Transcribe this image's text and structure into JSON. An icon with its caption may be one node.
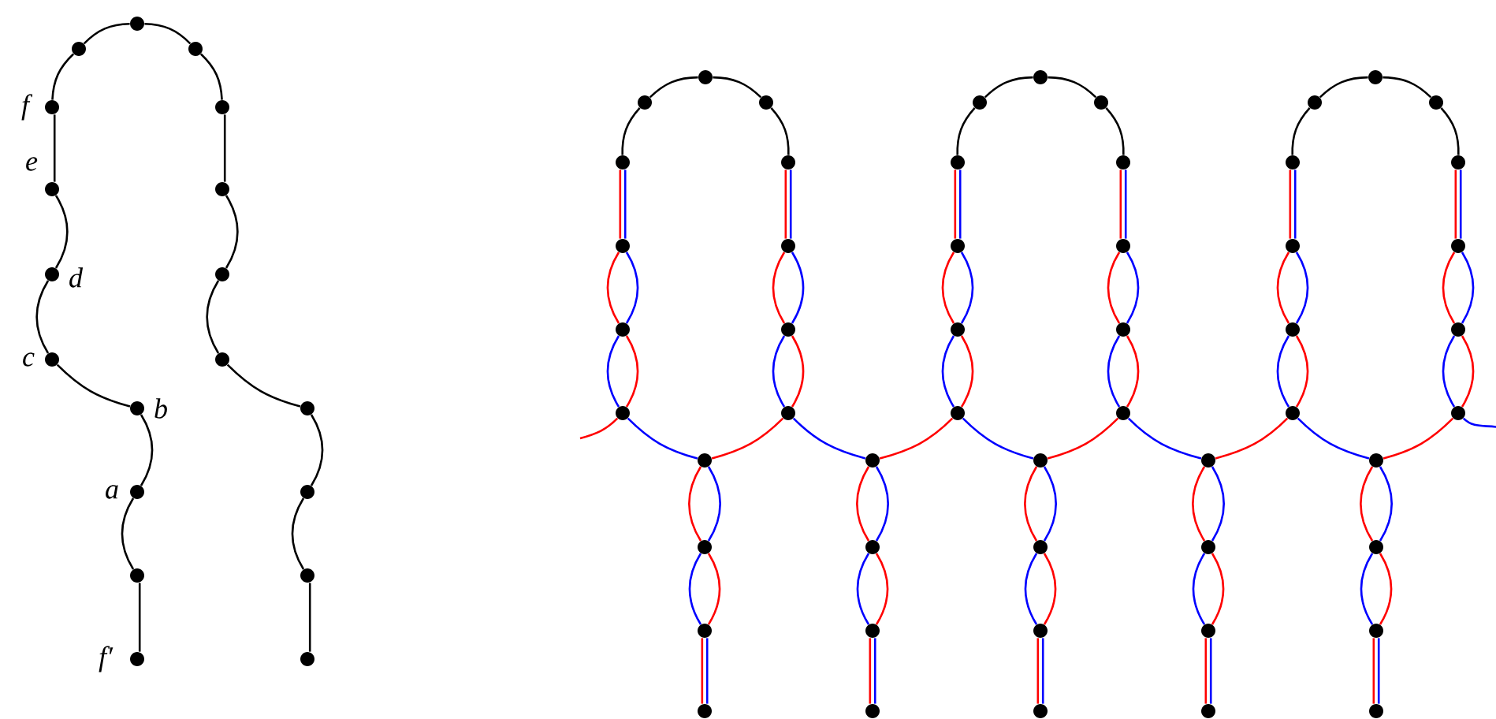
{
  "diagram": {
    "nodes": [
      {
        "text": [],
        "shape": "circle"
      },
      {
        "text": [],
        "shape": "circle"
      },
      {
        "text": [],
        "shape": "circle"
      },
      {
        "text": [],
        "shape": "circle",
        "beside": [
          "f"
        ]
      },
      {
        "text": [],
        "shape": "circle",
        "beside": [
          "e"
        ]
      },
      {
        "text": [],
        "shape": "circle",
        "beside": [
          "d"
        ]
      },
      {
        "text": [],
        "shape": "circle",
        "beside": [
          "c"
        ]
      },
      {
        "text": [],
        "shape": "circle",
        "beside": [
          "b"
        ]
      },
      {
        "text": [],
        "shape": "circle",
        "beside": [
          "a"
        ]
      },
      {
        "text": [],
        "shape": "circle"
      },
      {
        "text": [],
        "shape": "circle",
        "beside": [
          "f′"
        ]
      },
      {
        "text": [],
        "shape": "circle"
      },
      {
        "text": [],
        "shape": "circle"
      },
      {
        "text": [],
        "shape": "circle"
      },
      {
        "text": [],
        "shape": "circle"
      },
      {
        "text": [],
        "shape": "circle"
      },
      {
        "text": [],
        "shape": "circle"
      },
      {
        "text": [],
        "shape": "circle"
      },
      {
        "text": [],
        "shape": "circle"
      },
      {
        "text": [],
        "shape": "circle"
      },
      {
        "text": [],
        "shape": "circle"
      },
      {
        "text": [],
        "shape": "circle"
      },
      {
        "text": [],
        "shape": "circle"
      },
      {
        "text": [],
        "shape": "circle"
      },
      {
        "text": [],
        "shape": "circle"
      },
      {
        "text": [],
        "shape": "circle"
      },
      {
        "text": [],
        "shape": "circle"
      },
      {
        "text": [],
        "shape": "circle"
      },
      {
        "text": [],
        "shape": "circle"
      },
      {
        "text": [],
        "shape": "circle"
      },
      {
        "text": [],
        "shape": "circle"
      },
      {
        "text": [],
        "shape": "circle"
      },
      {
        "text": [],
        "shape": "circle"
      },
      {
        "text": [],
        "shape": "circle"
      },
      {
        "text": [],
        "shape": "circle"
      },
      {
        "text": [],
        "shape": "circle"
      },
      {
        "text": [],
        "shape": "circle"
      },
      {
        "text": [],
        "shape": "circle"
      },
      {
        "text": [],
        "shape": "circle"
      },
      {
        "text": [],
        "shape": "circle"
      },
      {
        "text": [],
        "shape": "circle"
      },
      {
        "text": [],
        "shape": "circle"
      },
      {
        "text": [],
        "shape": "circle"
      },
      {
        "text": [],
        "shape": "circle"
      },
      {
        "text": [],
        "shape": "circle"
      },
      {
        "text": [],
        "shape": "circle"
      },
      {
        "text": [],
        "shape": "circle"
      },
      {
        "text": [],
        "shape": "circle"
      },
      {
        "text": [],
        "shape": "circle"
      },
      {
        "text": [],
        "shape": "circle"
      },
      {
        "text": [],
        "shape": "circle"
      },
      {
        "text": [],
        "shape": "circle"
      },
      {
        "text": [],
        "shape": "circle"
      },
      {
        "text": [],
        "shape": "circle"
      },
      {
        "text": [],
        "shape": "circle"
      },
      {
        "text": [],
        "shape": "circle"
      },
      {
        "text": [],
        "shape": "circle"
      },
      {
        "text": [],
        "shape": "circle"
      },
      {
        "text": [],
        "shape": "circle"
      },
      {
        "text": [],
        "shape": "circle"
      },
      {
        "text": [],
        "shape": "circle"
      },
      {
        "text": [],
        "shape": "circle"
      },
      {
        "text": [],
        "shape": "circle"
      },
      {
        "text": [],
        "shape": "circle"
      },
      {
        "text": [],
        "shape": "circle"
      },
      {
        "text": [],
        "shape": "circle"
      },
      {
        "text": [],
        "shape": "circle"
      },
      {
        "text": [],
        "shape": "circle"
      },
      {
        "text": [],
        "shape": "circle"
      },
      {
        "text": [],
        "shape": "circle"
      },
      {
        "text": [],
        "shape": "circle"
      },
      {
        "text": [],
        "shape": "circle"
      }
    ],
    "edges": [
      {
        "from": 3,
        "to": 1,
        "arrow": "none",
        "color": "#000000"
      },
      {
        "from": 1,
        "to": 0,
        "arrow": "none",
        "color": "#000000"
      },
      {
        "from": 0,
        "to": 2,
        "arrow": "none",
        "color": "#000000"
      },
      {
        "from": 2,
        "to": 11,
        "arrow": "none",
        "color": "#000000"
      },
      {
        "from": 3,
        "to": 4,
        "arrow": "none",
        "color": "#000000"
      },
      {
        "from": 4,
        "to": 5,
        "arrow": "none",
        "color": "#000000"
      },
      {
        "from": 5,
        "to": 6,
        "arrow": "none",
        "color": "#000000"
      },
      {
        "from": 6,
        "to": 7,
        "arrow": "none",
        "color": "#000000"
      },
      {
        "from": 7,
        "to": 8,
        "arrow": "none",
        "color": "#000000"
      },
      {
        "from": 8,
        "to": 9,
        "arrow": "none",
        "color": "#000000"
      },
      {
        "from": 9,
        "to": 10,
        "arrow": "none",
        "color": "#000000"
      },
      {
        "from": 11,
        "to": 12,
        "arrow": "none",
        "color": "#000000"
      },
      {
        "from": 12,
        "to": 13,
        "arrow": "none",
        "color": "#000000"
      },
      {
        "from": 13,
        "to": 14,
        "arrow": "none",
        "color": "#000000"
      },
      {
        "from": 14,
        "to": 15,
        "arrow": "none",
        "color": "#000000"
      },
      {
        "from": 15,
        "to": 16,
        "arrow": "none",
        "color": "#000000"
      },
      {
        "from": 16,
        "to": 17,
        "arrow": "none",
        "color": "#000000"
      },
      {
        "from": 17,
        "to": 18,
        "arrow": "none",
        "color": "#000000"
      },
      {
        "from": 22,
        "to": 20,
        "arrow": "none",
        "color": "#000000"
      },
      {
        "from": 20,
        "to": 19,
        "arrow": "none",
        "color": "#000000"
      },
      {
        "from": 19,
        "to": 21,
        "arrow": "none",
        "color": "#000000"
      },
      {
        "from": 21,
        "to": 26,
        "arrow": "none",
        "color": "#000000"
      },
      {
        "from": 22,
        "to": 23,
        "arrow": "none",
        "color": "#ff0000"
      },
      {
        "from": 22,
        "to": 23,
        "arrow": "none",
        "color": "#0000ff"
      },
      {
        "from": 23,
        "to": 24,
        "arrow": "none",
        "color": "#ff0000"
      },
      {
        "from": 23,
        "to": 24,
        "arrow": "none",
        "color": "#0000ff"
      },
      {
        "from": 24,
        "to": 25,
        "arrow": "none",
        "color": "#0000ff"
      },
      {
        "from": 24,
        "to": 25,
        "arrow": "none",
        "color": "#ff0000"
      },
      {
        "from": 26,
        "to": 27,
        "arrow": "none",
        "color": "#ff0000"
      },
      {
        "from": 26,
        "to": 27,
        "arrow": "none",
        "color": "#0000ff"
      },
      {
        "from": 27,
        "to": 28,
        "arrow": "none",
        "color": "#ff0000"
      },
      {
        "from": 27,
        "to": 28,
        "arrow": "none",
        "color": "#0000ff"
      },
      {
        "from": 28,
        "to": 29,
        "arrow": "none",
        "color": "#0000ff"
      },
      {
        "from": 28,
        "to": 29,
        "arrow": "none",
        "color": "#ff0000"
      },
      {
        "from": 33,
        "to": 31,
        "arrow": "none",
        "color": "#000000"
      },
      {
        "from": 31,
        "to": 30,
        "arrow": "none",
        "color": "#000000"
      },
      {
        "from": 30,
        "to": 32,
        "arrow": "none",
        "color": "#000000"
      },
      {
        "from": 32,
        "to": 37,
        "arrow": "none",
        "color": "#000000"
      },
      {
        "from": 33,
        "to": 34,
        "arrow": "none",
        "color": "#ff0000"
      },
      {
        "from": 33,
        "to": 34,
        "arrow": "none",
        "color": "#0000ff"
      },
      {
        "from": 34,
        "to": 35,
        "arrow": "none",
        "color": "#ff0000"
      },
      {
        "from": 34,
        "to": 35,
        "arrow": "none",
        "color": "#0000ff"
      },
      {
        "from": 35,
        "to": 36,
        "arrow": "none",
        "color": "#0000ff"
      },
      {
        "from": 35,
        "to": 36,
        "arrow": "none",
        "color": "#ff0000"
      },
      {
        "from": 37,
        "to": 38,
        "arrow": "none",
        "color": "#ff0000"
      },
      {
        "from": 37,
        "to": 38,
        "arrow": "none",
        "color": "#0000ff"
      },
      {
        "from": 38,
        "to": 39,
        "arrow": "none",
        "color": "#ff0000"
      },
      {
        "from": 38,
        "to": 39,
        "arrow": "none",
        "color": "#0000ff"
      },
      {
        "from": 39,
        "to": 40,
        "arrow": "none",
        "color": "#0000ff"
      },
      {
        "from": 39,
        "to": 40,
        "arrow": "none",
        "color": "#ff0000"
      },
      {
        "from": 44,
        "to": 42,
        "arrow": "none",
        "color": "#000000"
      },
      {
        "from": 42,
        "to": 41,
        "arrow": "none",
        "color": "#000000"
      },
      {
        "from": 41,
        "to": 43,
        "arrow": "none",
        "color": "#000000"
      },
      {
        "from": 43,
        "to": 48,
        "arrow": "none",
        "color": "#000000"
      },
      {
        "from": 44,
        "to": 45,
        "arrow": "none",
        "color": "#ff0000"
      },
      {
        "from": 44,
        "to": 45,
        "arrow": "none",
        "color": "#0000ff"
      },
      {
        "from": 45,
        "to": 46,
        "arrow": "none",
        "color": "#ff0000"
      },
      {
        "from": 45,
        "to": 46,
        "arrow": "none",
        "color": "#0000ff"
      },
      {
        "from": 46,
        "to": 47,
        "arrow": "none",
        "color": "#0000ff"
      },
      {
        "from": 46,
        "to": 47,
        "arrow": "none",
        "color": "#ff0000"
      },
      {
        "from": 48,
        "to": 49,
        "arrow": "none",
        "color": "#ff0000"
      },
      {
        "from": 48,
        "to": 49,
        "arrow": "none",
        "color": "#0000ff"
      },
      {
        "from": 49,
        "to": 50,
        "arrow": "none",
        "color": "#ff0000"
      },
      {
        "from": 49,
        "to": 50,
        "arrow": "none",
        "color": "#0000ff"
      },
      {
        "from": 50,
        "to": 51,
        "arrow": "none",
        "color": "#0000ff"
      },
      {
        "from": 50,
        "to": 51,
        "arrow": "none",
        "color": "#ff0000"
      },
      {
        "from": 25,
        "to": null,
        "arrow": "none",
        "color": "#ff0000"
      },
      {
        "from": 25,
        "to": 52,
        "arrow": "none",
        "color": "#0000ff"
      },
      {
        "from": 29,
        "to": 52,
        "arrow": "none",
        "color": "#ff0000"
      },
      {
        "from": 29,
        "to": 56,
        "arrow": "none",
        "color": "#0000ff"
      },
      {
        "from": 36,
        "to": 56,
        "arrow": "none",
        "color": "#ff0000"
      },
      {
        "from": 36,
        "to": 60,
        "arrow": "none",
        "color": "#0000ff"
      },
      {
        "from": 40,
        "to": 60,
        "arrow": "none",
        "color": "#ff0000"
      },
      {
        "from": 40,
        "to": 64,
        "arrow": "none",
        "color": "#0000ff"
      },
      {
        "from": 47,
        "to": 64,
        "arrow": "none",
        "color": "#ff0000"
      },
      {
        "from": 47,
        "to": 68,
        "arrow": "none",
        "color": "#0000ff"
      },
      {
        "from": 51,
        "to": 68,
        "arrow": "none",
        "color": "#ff0000"
      },
      {
        "from": 51,
        "to": null,
        "arrow": "none",
        "color": "#0000ff"
      },
      {
        "from": 52,
        "to": 53,
        "arrow": "none",
        "color": "#ff0000"
      },
      {
        "from": 52,
        "to": 53,
        "arrow": "none",
        "color": "#0000ff"
      },
      {
        "from": 53,
        "to": 54,
        "arrow": "none",
        "color": "#0000ff"
      },
      {
        "from": 53,
        "to": 54,
        "arrow": "none",
        "color": "#ff0000"
      },
      {
        "from": 54,
        "to": 55,
        "arrow": "none",
        "color": "#0000ff"
      },
      {
        "from": 54,
        "to": 55,
        "arrow": "none",
        "color": "#ff0000"
      },
      {
        "from": 56,
        "to": 57,
        "arrow": "none",
        "color": "#ff0000"
      },
      {
        "from": 56,
        "to": 57,
        "arrow": "none",
        "color": "#0000ff"
      },
      {
        "from": 57,
        "to": 58,
        "arrow": "none",
        "color": "#0000ff"
      },
      {
        "from": 57,
        "to": 58,
        "arrow": "none",
        "color": "#ff0000"
      },
      {
        "from": 58,
        "to": 59,
        "arrow": "none",
        "color": "#0000ff"
      },
      {
        "from": 58,
        "to": 59,
        "arrow": "none",
        "color": "#ff0000"
      },
      {
        "from": 60,
        "to": 61,
        "arrow": "none",
        "color": "#ff0000"
      },
      {
        "from": 60,
        "to": 61,
        "arrow": "none",
        "color": "#0000ff"
      },
      {
        "from": 61,
        "to": 62,
        "arrow": "none",
        "color": "#0000ff"
      },
      {
        "from": 61,
        "to": 62,
        "arrow": "none",
        "color": "#ff0000"
      },
      {
        "from": 62,
        "to": 63,
        "arrow": "none",
        "color": "#0000ff"
      },
      {
        "from": 62,
        "to": 63,
        "arrow": "none",
        "color": "#ff0000"
      },
      {
        "from": 64,
        "to": 65,
        "arrow": "none",
        "color": "#ff0000"
      },
      {
        "from": 64,
        "to": 65,
        "arrow": "none",
        "color": "#0000ff"
      },
      {
        "from": 65,
        "to": 66,
        "arrow": "none",
        "color": "#0000ff"
      },
      {
        "from": 65,
        "to": 66,
        "arrow": "none",
        "color": "#ff0000"
      },
      {
        "from": 66,
        "to": 67,
        "arrow": "none",
        "color": "#0000ff"
      },
      {
        "from": 66,
        "to": 67,
        "arrow": "none",
        "color": "#ff0000"
      },
      {
        "from": 68,
        "to": 69,
        "arrow": "none",
        "color": "#ff0000"
      },
      {
        "from": 68,
        "to": 69,
        "arrow": "none",
        "color": "#0000ff"
      },
      {
        "from": 69,
        "to": 70,
        "arrow": "none",
        "color": "#0000ff"
      },
      {
        "from": 69,
        "to": 70,
        "arrow": "none",
        "color": "#ff0000"
      },
      {
        "from": 70,
        "to": 71,
        "arrow": "none",
        "color": "#0000ff"
      },
      {
        "from": 70,
        "to": 71,
        "arrow": "none",
        "color": "#ff0000"
      }
    ]
  }
}
